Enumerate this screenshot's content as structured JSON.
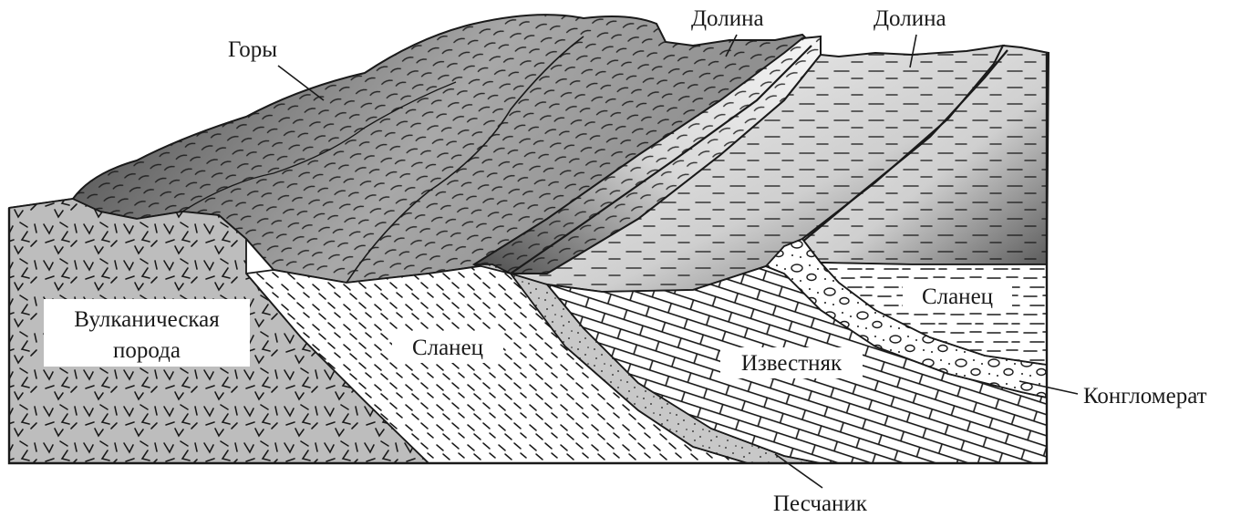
{
  "labels": {
    "mountains": "Горы",
    "valley_1": "Долина",
    "valley_2": "Долина",
    "volcanic_line1": "Вулканическая",
    "volcanic_line2": "порода",
    "shale_1": "Сланец",
    "shale_2": "Сланец",
    "limestone": "Известняк",
    "conglomerate": "Конгломерат",
    "sandstone": "Песчаник"
  },
  "colors": {
    "outline": "#1a1a1a",
    "volcanic_fill": "#bdbdbd",
    "terrain_dark": "#3c3c3c",
    "terrain_light": "#f2f2f2",
    "sandstone_fill": "#c8c8c8",
    "white": "#ffffff"
  }
}
